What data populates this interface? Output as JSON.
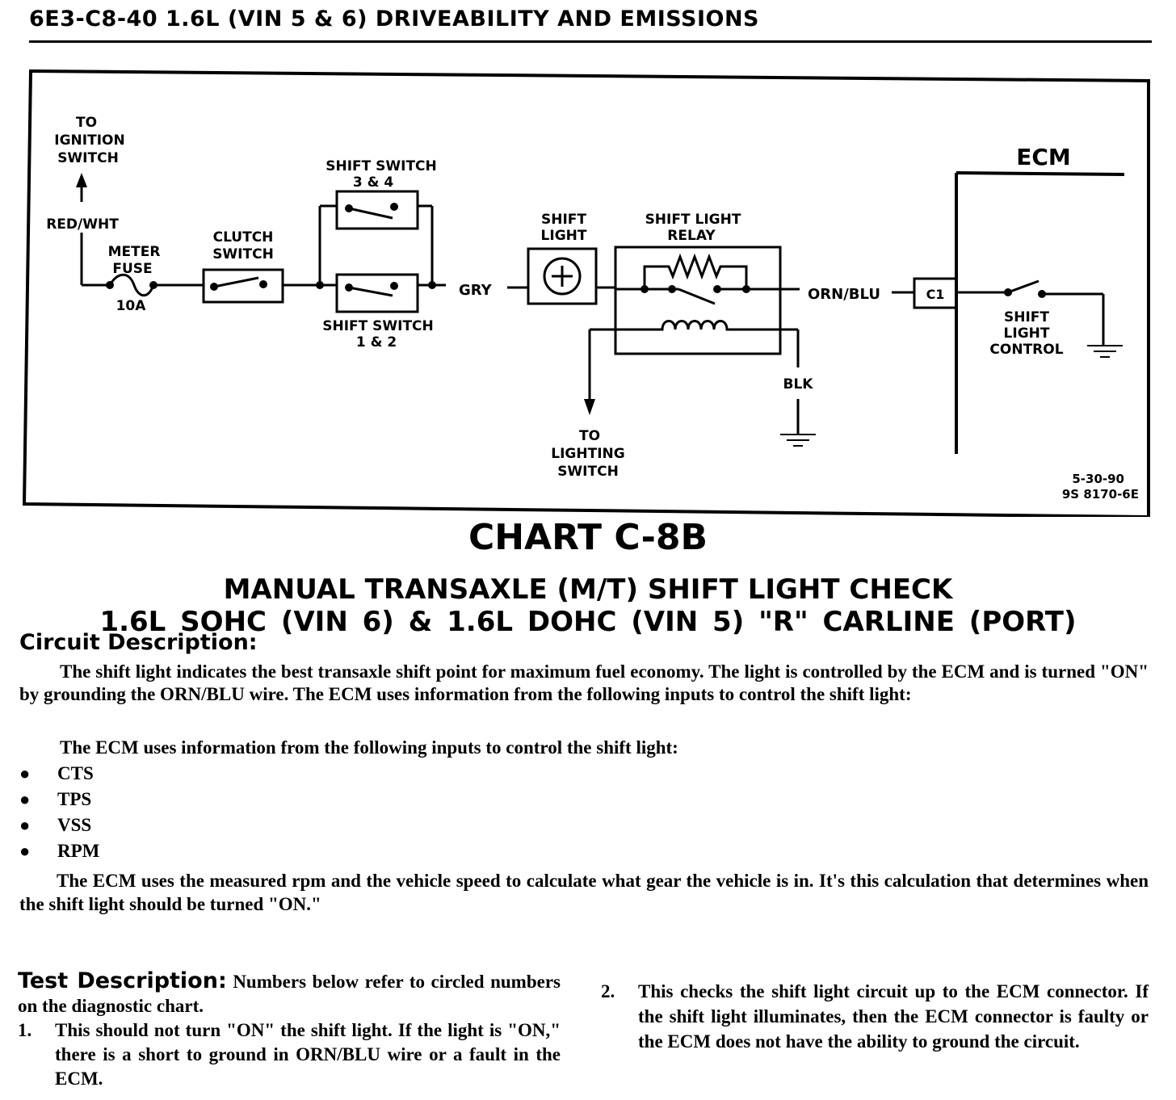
{
  "header": {
    "title": "6E3-C8-40  1.6L  (VIN 5 & 6)  DRIVEABILITY AND EMISSIONS"
  },
  "diagram": {
    "to_ignition": [
      "TO",
      "IGNITION",
      "SWITCH"
    ],
    "red_wht": "RED/WHT",
    "meter_fuse": [
      "METER",
      "FUSE"
    ],
    "fuse_rating": "10A",
    "clutch_switch": [
      "CLUTCH",
      "SWITCH"
    ],
    "shift_switch_34": [
      "SHIFT SWITCH",
      "3 & 4"
    ],
    "shift_switch_12": [
      "SHIFT SWITCH",
      "1 & 2"
    ],
    "gry": "GRY",
    "shift_light": [
      "SHIFT",
      "LIGHT"
    ],
    "shift_light_relay": [
      "SHIFT LIGHT",
      "RELAY"
    ],
    "orn_blu": "ORN/BLU",
    "c1": "C1",
    "ecm": "ECM",
    "shift_light_control": [
      "SHIFT",
      "LIGHT",
      "CONTROL"
    ],
    "blk": "BLK",
    "to_lighting": [
      "TO",
      "LIGHTING",
      "SWITCH"
    ],
    "date_code": "5-30-90",
    "figure_code": "9S 8170-6E"
  },
  "chart": {
    "title": "CHART C-8B",
    "subtitle1": "MANUAL TRANSAXLE (M/T) SHIFT LIGHT CHECK",
    "subtitle2": "1.6L  SOHC  (VIN 6)  &  1.6L  DOHC  (VIN 5)  \"R\"  CARLINE  (PORT)"
  },
  "circuit": {
    "heading": "Circuit Description:",
    "para1": "The shift light indicates the best transaxle shift point for maximum fuel economy.  The light is controlled by the ECM and is turned \"ON\" by grounding the ORN/BLU wire.  The ECM uses information from the following inputs to control the shift light:",
    "para2": "The ECM uses information from the following inputs to control the shift light:",
    "inputs": [
      "CTS",
      "TPS",
      "VSS",
      "RPM"
    ],
    "para3": "The ECM uses the measured rpm and the vehicle speed to calculate what gear the vehicle is in.  It's this calculation that determines when the shift light should be turned \"ON.\""
  },
  "test": {
    "heading": "Test Description:",
    "intro": "Numbers below refer to circled numbers on the diagnostic chart.",
    "items": [
      {
        "num": "1.",
        "text": "This should not turn \"ON\" the shift light.  If the light is \"ON,\" there is a short to ground in ORN/BLU wire or a fault in the ECM."
      },
      {
        "num": "2.",
        "text": "This checks the shift light circuit up to the ECM connector.  If the shift light illuminates, then the ECM connector is faulty or the ECM does not have the ability to ground the circuit."
      }
    ]
  }
}
